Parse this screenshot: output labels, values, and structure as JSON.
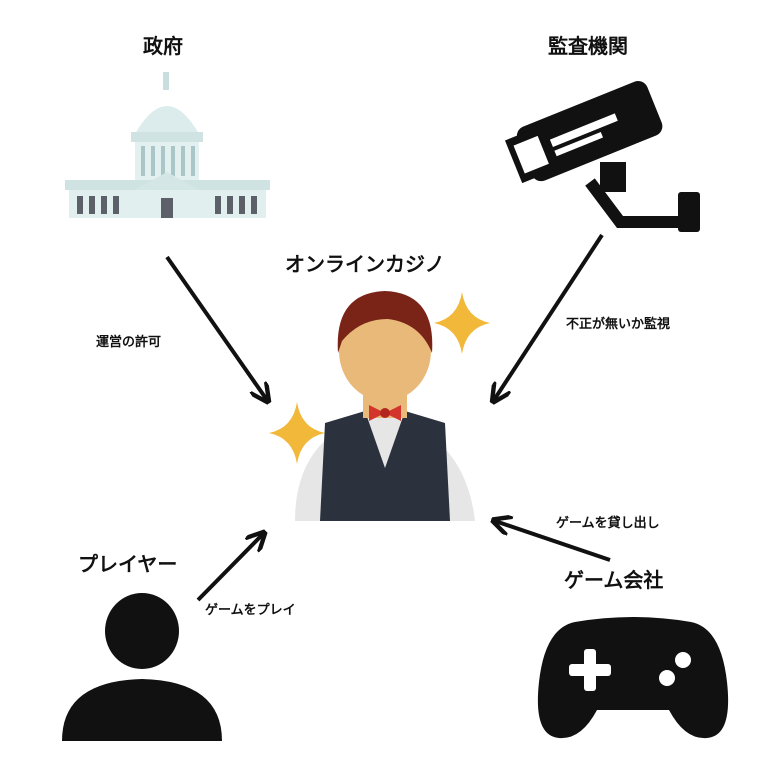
{
  "nodes": {
    "government": {
      "label": "政府",
      "icon": "capitol-building-icon"
    },
    "auditor": {
      "label": "監査機関",
      "icon": "security-camera-icon"
    },
    "casino": {
      "label": "オンラインカジノ",
      "icon": "casino-dealer-icon"
    },
    "player": {
      "label": "プレイヤー",
      "icon": "person-icon"
    },
    "game_company": {
      "label": "ゲーム会社",
      "icon": "gamepad-icon"
    }
  },
  "edges": [
    {
      "from": "government",
      "to": "casino",
      "label": "運営の許可"
    },
    {
      "from": "auditor",
      "to": "casino",
      "label": "不正が無いか監視"
    },
    {
      "from": "game_company",
      "to": "casino",
      "label": "ゲームを貸し出し"
    },
    {
      "from": "player",
      "to": "casino",
      "label": "ゲームをプレイ"
    }
  ],
  "colors": {
    "arrow": "#111111",
    "building": "#d8ecec",
    "sparkle": "#f2b83a",
    "vest": "#2b313d",
    "skin": "#e9b97a",
    "hair": "#7a2418",
    "bowtie": "#d3352c"
  }
}
